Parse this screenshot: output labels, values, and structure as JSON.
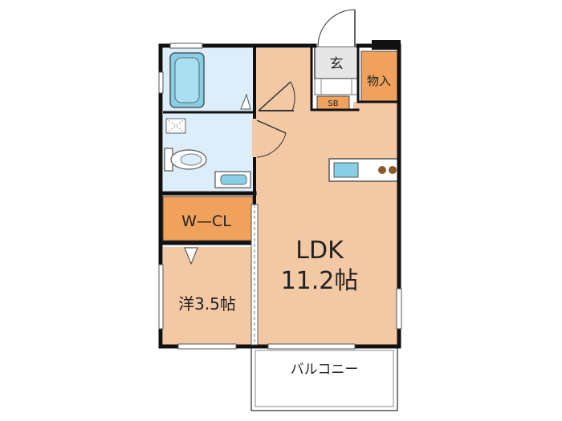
{
  "floor_plan": {
    "rooms": {
      "ldk": {
        "name": "LDK",
        "size": "11.2帖"
      },
      "western": {
        "name": "洋3.5帖"
      },
      "walk_in_closet": {
        "name": "W—CL"
      },
      "entrance": {
        "name": "玄"
      },
      "storage": {
        "name": "物入"
      },
      "shoe_box": {
        "name": "SB"
      },
      "balcony": {
        "name": "バルコニー"
      }
    },
    "colors": {
      "room_floor": "#f3c8a4",
      "storage_fill": "#f0a25c",
      "wet_area": "#dceefa",
      "fixture_blue": "#86cfe6",
      "wall": "#111111",
      "entrance_floor": "#e6e6e6"
    }
  }
}
